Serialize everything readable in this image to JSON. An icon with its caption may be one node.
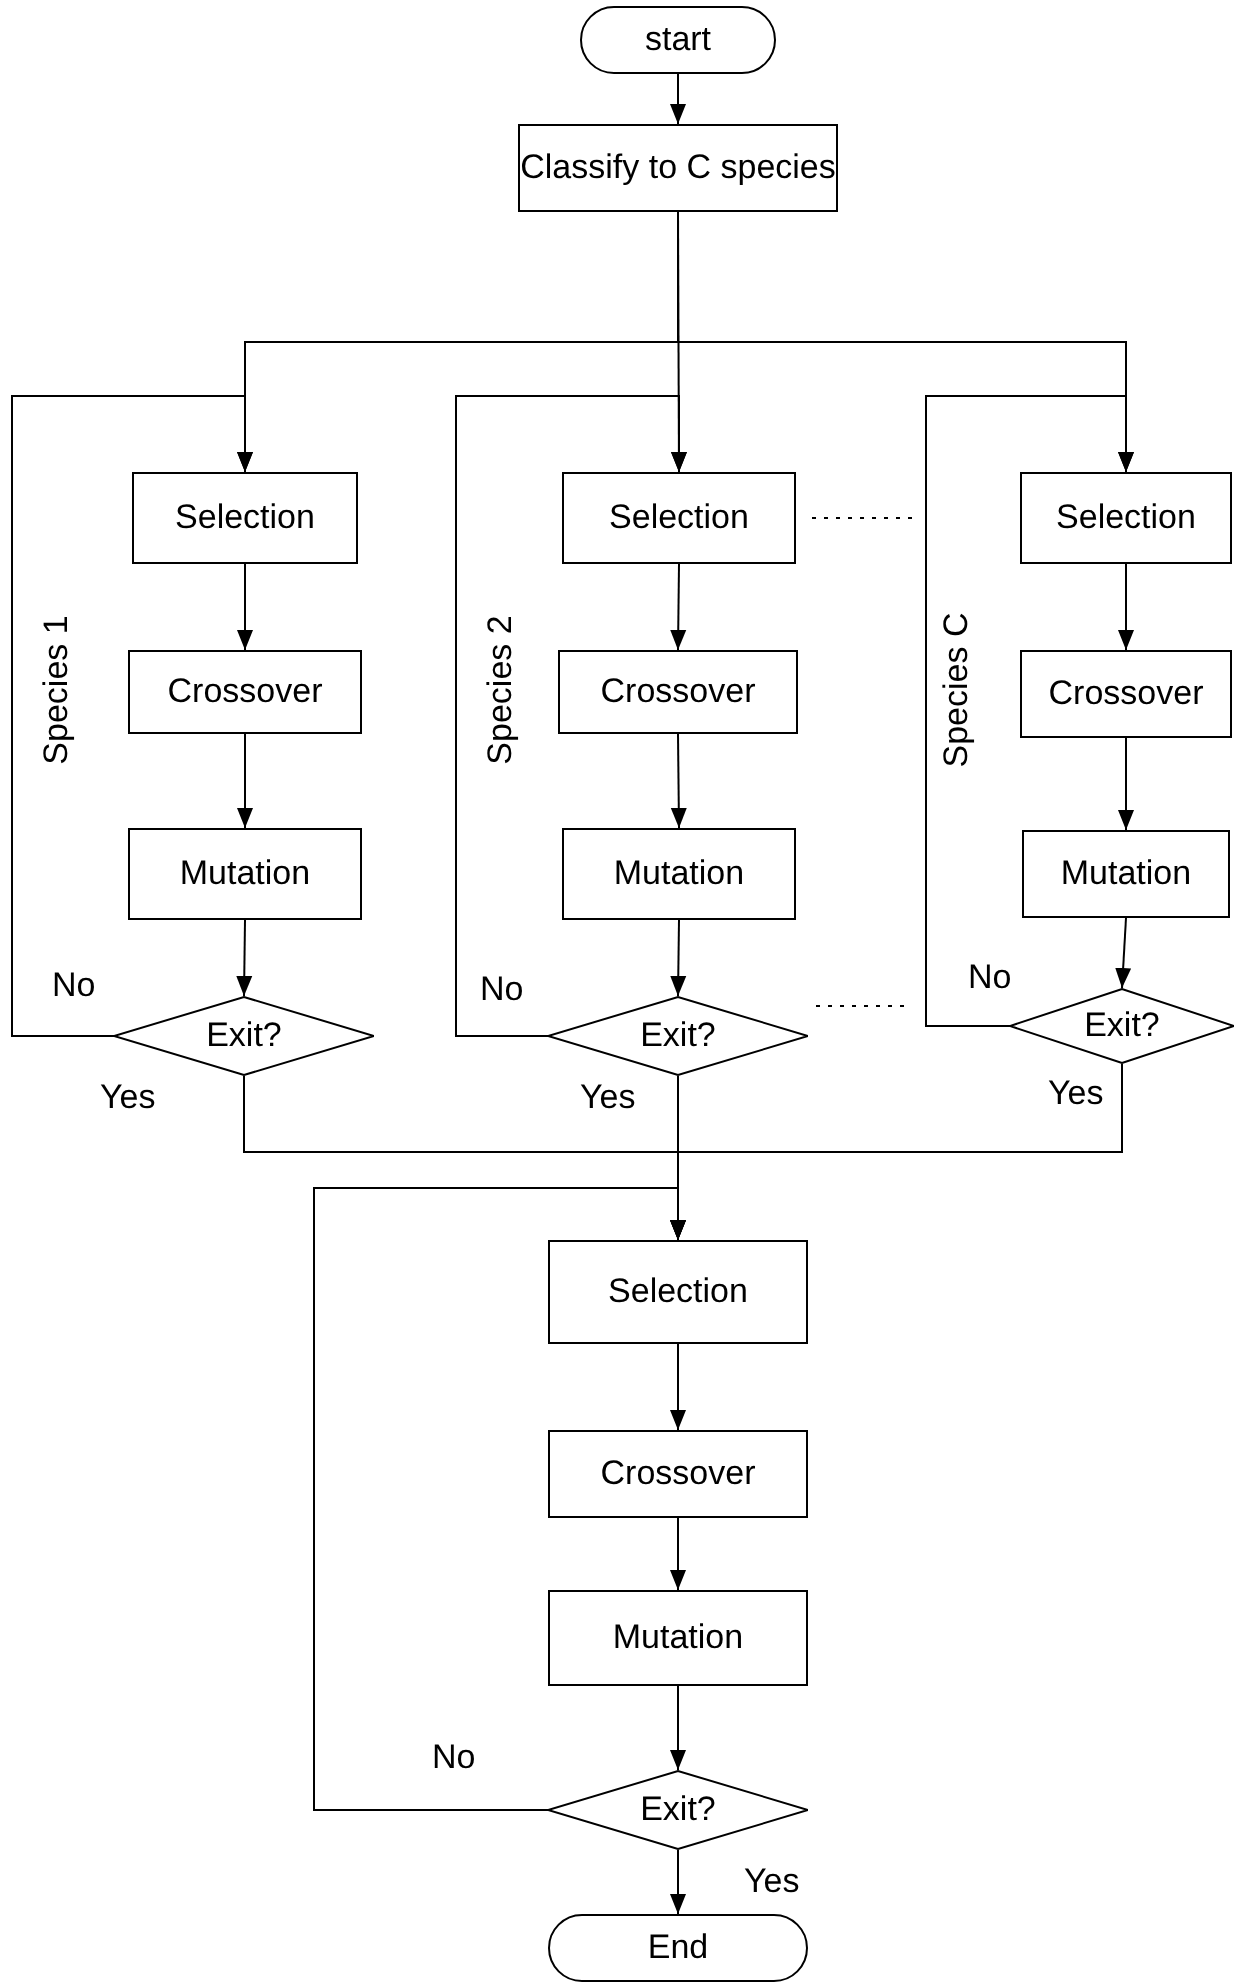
{
  "diagram": {
    "nodes": [
      {
        "text": [
          "start"
        ]
      },
      {
        "text": [
          "Classify to C species"
        ]
      },
      {
        "text": [
          "Selection"
        ]
      },
      {
        "text": [
          "Crossover"
        ]
      },
      {
        "text": [
          "Mutation"
        ]
      },
      {
        "text": [
          "Exit?"
        ]
      },
      {
        "text": [
          "Selection"
        ]
      },
      {
        "text": [
          "Crossover"
        ]
      },
      {
        "text": [
          "Mutation"
        ]
      },
      {
        "text": [
          "Exit?"
        ]
      },
      {
        "text": [
          "Selection"
        ]
      },
      {
        "text": [
          "Crossover"
        ]
      },
      {
        "text": [
          "Mutation"
        ]
      },
      {
        "text": [
          "Exit?"
        ]
      },
      {
        "text": [
          "Selection"
        ]
      },
      {
        "text": [
          "Crossover"
        ]
      },
      {
        "text": [
          "Mutation"
        ]
      },
      {
        "text": [
          "Exit?"
        ]
      },
      {
        "text": [
          "End"
        ]
      }
    ],
    "edges": [
      {
        "from": 0,
        "to": 1,
        "arrow": "to"
      },
      {
        "from": 1,
        "to": 2,
        "arrow": "to"
      },
      {
        "from": 1,
        "to": 6,
        "arrow": "to"
      },
      {
        "from": 1,
        "to": 10,
        "arrow": "to"
      },
      {
        "from": 2,
        "to": 3,
        "arrow": "to"
      },
      {
        "from": 3,
        "to": 4,
        "arrow": "to"
      },
      {
        "from": 4,
        "to": 5,
        "arrow": "to"
      },
      {
        "from": 5,
        "to": 2,
        "arrow": "to",
        "label": "No"
      },
      {
        "from": 5,
        "to": 14,
        "arrow": "to",
        "label": "Yes"
      },
      {
        "from": 6,
        "to": 7,
        "arrow": "to"
      },
      {
        "from": 7,
        "to": 8,
        "arrow": "to"
      },
      {
        "from": 8,
        "to": 9,
        "arrow": "to"
      },
      {
        "from": 9,
        "to": 6,
        "arrow": "to",
        "label": "No"
      },
      {
        "from": 9,
        "to": 14,
        "arrow": "to",
        "label": "Yes"
      },
      {
        "from": 10,
        "to": 11,
        "arrow": "to"
      },
      {
        "from": 11,
        "to": 12,
        "arrow": "to"
      },
      {
        "from": 12,
        "to": 13,
        "arrow": "to"
      },
      {
        "from": 13,
        "to": 10,
        "arrow": "to",
        "label": "No"
      },
      {
        "from": 13,
        "to": 14,
        "arrow": "to",
        "label": "Yes"
      },
      {
        "from": 14,
        "to": 15,
        "arrow": "to"
      },
      {
        "from": 15,
        "to": 16,
        "arrow": "to"
      },
      {
        "from": 16,
        "to": 17,
        "arrow": "to"
      },
      {
        "from": 17,
        "to": 14,
        "arrow": "to",
        "label": "No"
      },
      {
        "from": 17,
        "to": 18,
        "arrow": "to",
        "label": "Yes"
      }
    ],
    "labels": [
      "Species 1",
      "Species 2",
      "Species C"
    ]
  }
}
